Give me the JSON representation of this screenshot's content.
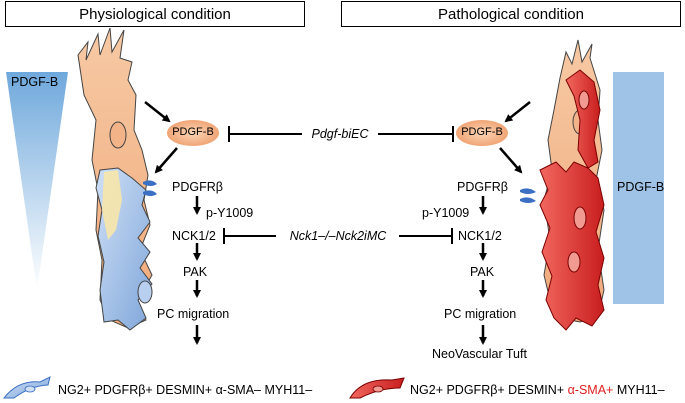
{
  "headers": {
    "left": "Physiological condition",
    "right": "Pathological condition"
  },
  "gradient_labels": {
    "left": "PDGF-B",
    "right": "PDGF-B"
  },
  "ligand": {
    "left": "PDGF-B",
    "right": "PDGF-B"
  },
  "inhibitors": {
    "top": "Pdgf-biEC",
    "middle": "Nck1–/–Nck2iMC"
  },
  "pathway_left": [
    "PDGFRβ",
    "p-Y1009",
    "NCK1/2",
    "PAK",
    "PC migration"
  ],
  "pathway_right": [
    "PDGFRβ",
    "p-Y1009",
    "NCK1/2",
    "PAK",
    "PC migration",
    "NeoVascular Tuft"
  ],
  "legend": {
    "left": "NG2+ PDGFRβ+ DESMIN+ α-SMA– MYH11–",
    "right_pre": "NG2+ PDGFRβ+ DESMIN+ ",
    "right_red": "α-SMA+",
    "right_post": " MYH11–"
  },
  "colors": {
    "gradient_blue": "#6fa8dc",
    "cell_peach": "#f4b183",
    "pericyte_blue": "#8fb4e3",
    "pericyte_red": "#e8302a",
    "receptor_blue": "#3a6fc4"
  }
}
